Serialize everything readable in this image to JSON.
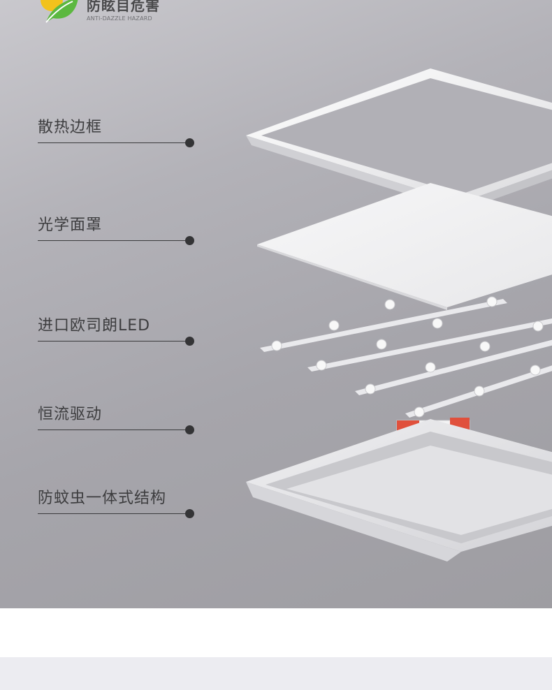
{
  "brand": {
    "title": "防眩目危害",
    "subtitle": "ANTI-DAZZLE HAZARD",
    "logo_icon": "leaf-logo-icon"
  },
  "features": [
    {
      "label": "散热边框"
    },
    {
      "label": "光学面罩"
    },
    {
      "label": "进口欧司朗LED"
    },
    {
      "label": "恒流驱动"
    },
    {
      "label": "防蚊虫一体式结构"
    }
  ],
  "colors": {
    "background_top": "#c9c8cd",
    "background_bottom": "#9e9da2",
    "label_text": "#3d3d3f",
    "dot": "#343436",
    "driver_red": "#e0503c",
    "bottom_band": "#ececf1"
  }
}
